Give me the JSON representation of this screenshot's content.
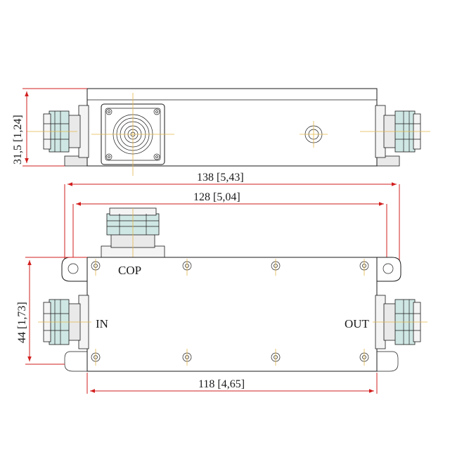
{
  "dimensions": {
    "height_top_view": "31,5 [1,24]",
    "overall_length": "138 [5,43]",
    "mount_spacing": "128 [5,04]",
    "height_side_view": "44 [1,73]",
    "body_length": "118 [4,65]"
  },
  "ports": {
    "coupled": "COP",
    "input": "IN",
    "output": "OUT"
  },
  "colors": {
    "dimension": "#d21f1f",
    "centerline": "#e5b84a",
    "outline": "#1a1a1a"
  }
}
